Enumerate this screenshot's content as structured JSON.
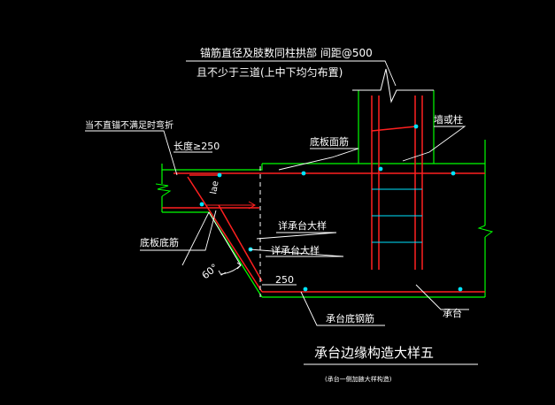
{
  "annotations": {
    "anchor_bar_note_line1": "锚筋直径及肢数同柱拱部  间距@500",
    "anchor_bar_note_line2": "且不少于三道(上中下均匀布置)",
    "bend_note": "当不直锚不满足时弯折",
    "length_note": "长度≥250",
    "wall_column": "墙或柱",
    "slab_top_rebar": "底板面筋",
    "lae_label": "lae",
    "detail_ref_1": "详承台大样",
    "detail_ref_2": "详承台大样",
    "slab_bottom_rebar": "底板底筋",
    "dim_250": "250",
    "angle_60": "60°",
    "cap_bottom_rebar": "承台底钢筋",
    "pile_cap": "承台"
  },
  "title": {
    "main": "承台边缘构造大样五",
    "sub": "(承台一侧加腋大样构造)"
  },
  "colors": {
    "background": "#000000",
    "concrete_outline": "#00ff00",
    "rebar": "#ff2020",
    "dashed_line": "#ffffff",
    "leader_line": "#ffffff",
    "rebar_dot": "#00e5ff",
    "stirrup_mark": "#00e5ff",
    "text": "#ffffff"
  }
}
